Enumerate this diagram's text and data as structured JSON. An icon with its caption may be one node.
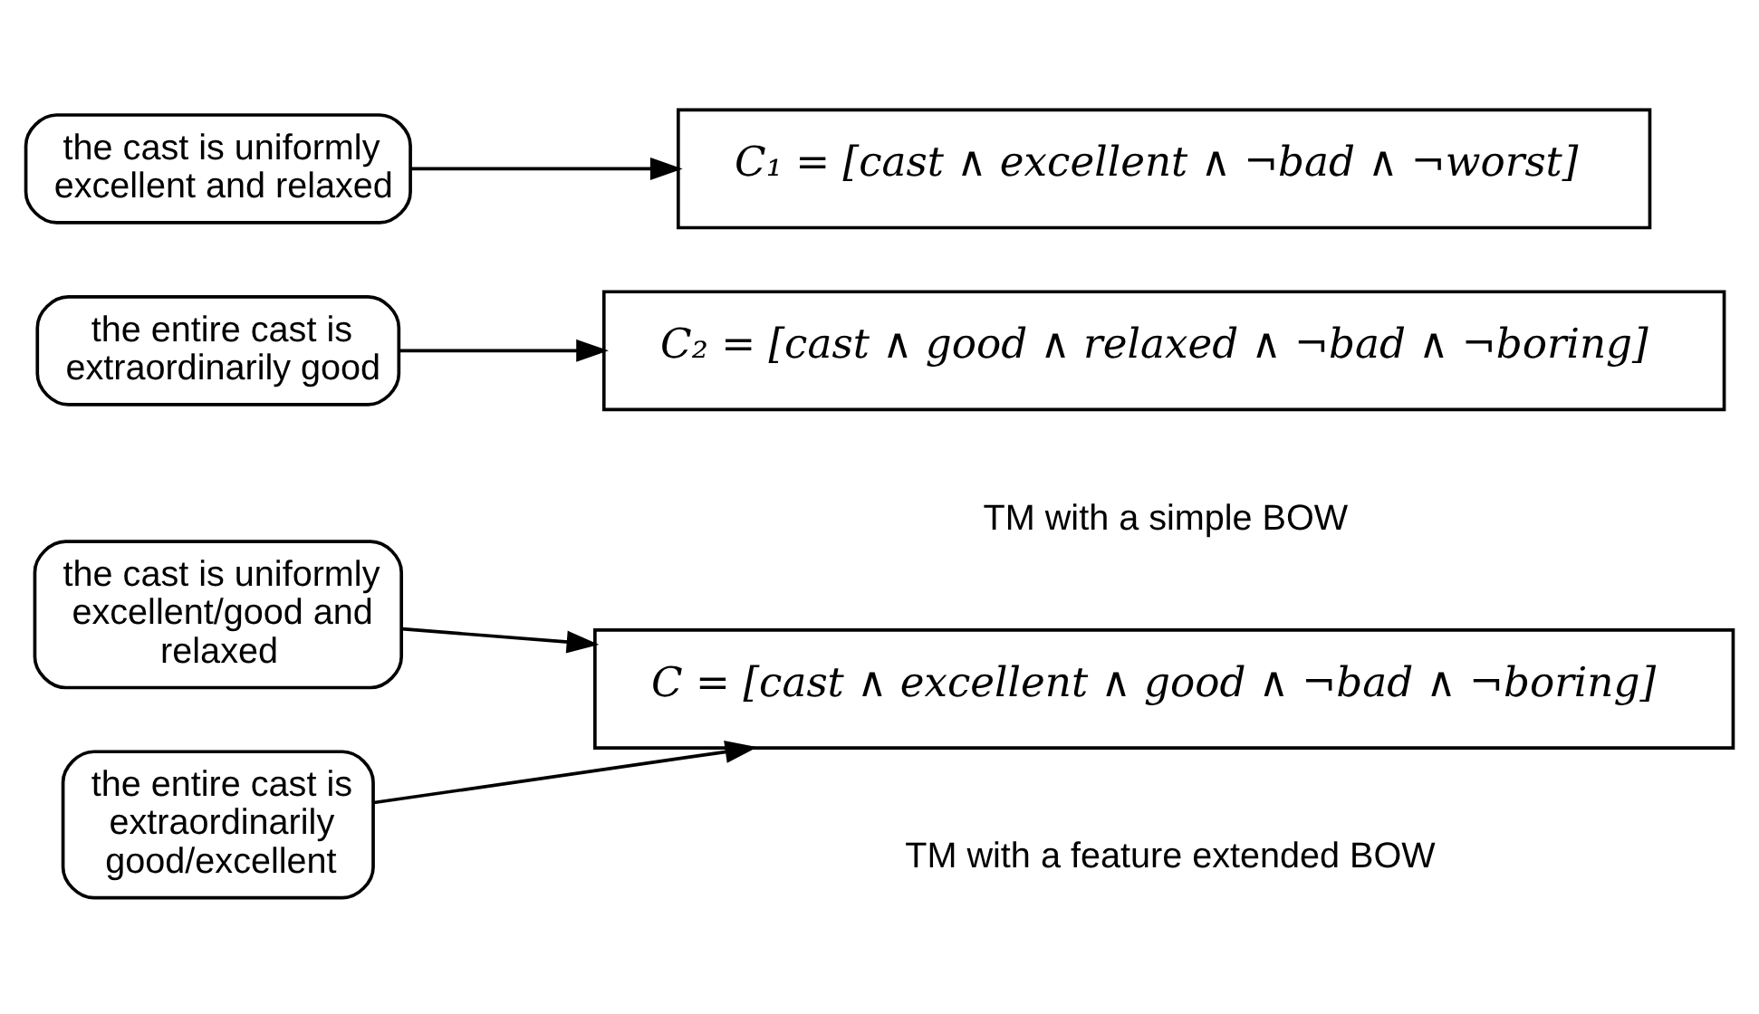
{
  "diagram": {
    "nodes": [
      {
        "text": [
          "the cast is uniformly excellent and relaxed"
        ]
      },
      {
        "text": [
          "C₁ = [cast ∧ excellent ∧ ¬bad ∧ ¬worst]"
        ]
      },
      {
        "text": [
          "the entire cast is extraordinarily good"
        ]
      },
      {
        "text": [
          "C₂ = [cast ∧ good ∧ relaxed ∧ ¬bad ∧ ¬boring]"
        ]
      },
      {
        "text": [
          "the cast is uniformly excellent/good and relaxed"
        ]
      },
      {
        "text": [
          "the entire cast is extraordinarily good/excellent"
        ]
      },
      {
        "text": [
          "C = [cast ∧ excellent ∧ good ∧ ¬bad ∧ ¬boring]"
        ]
      }
    ],
    "edges": [
      {
        "from": 0,
        "to": 1,
        "arrow": "to"
      },
      {
        "from": 2,
        "to": 3,
        "arrow": "to"
      },
      {
        "from": 4,
        "to": 6,
        "arrow": "to"
      },
      {
        "from": 5,
        "to": 6,
        "arrow": "to"
      }
    ],
    "labels": [
      "TM with a simple BOW",
      "TM with a feature extended BOW"
    ]
  }
}
